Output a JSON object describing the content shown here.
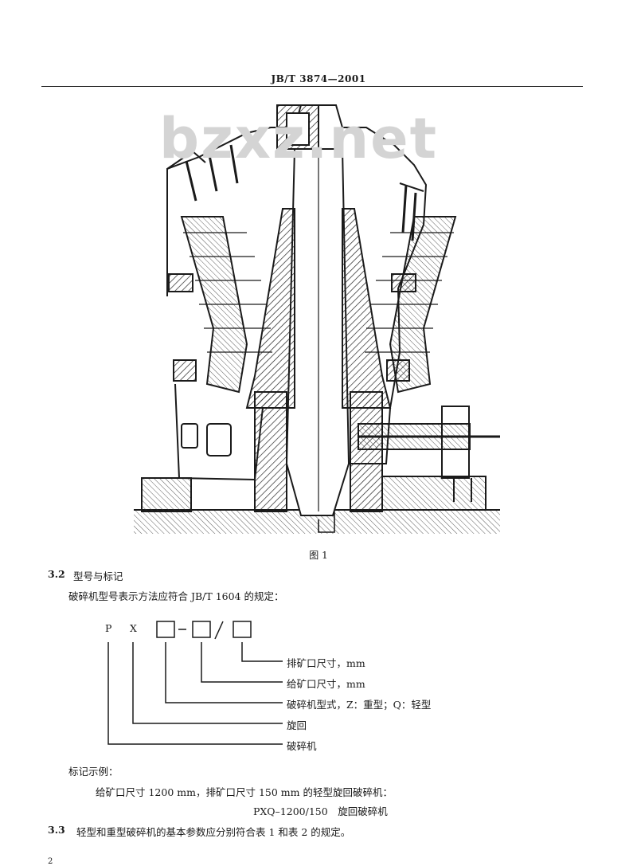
{
  "header": {
    "standard_code": "JB/T 3874—2001"
  },
  "watermark": "bzxz.net",
  "figure": {
    "caption": "图 1"
  },
  "section_3_2": {
    "number": "3.2",
    "title": "型号与标记",
    "intro": "破碎机型号表示方法应符合 JB/T 1604 的规定："
  },
  "model_scheme": {
    "letters": [
      "P",
      "X"
    ],
    "dash": "-",
    "slash": "/",
    "labels": [
      "排矿口尺寸，mm",
      "给矿口尺寸，mm",
      "破碎机型式，Z：重型；Q：轻型",
      "旋回",
      "破碎机"
    ]
  },
  "example": {
    "heading": "标记示例：",
    "description": "给矿口尺寸 1200 mm，排矿口尺寸 150 mm 的轻型旋回破碎机：",
    "marking": "PXQ–1200/150　旋回破碎机"
  },
  "section_3_3": {
    "number": "3.3",
    "text": "轻型和重型破碎机的基本参数应分别符合表 1 和表 2 的规定。"
  },
  "page_number": "2"
}
